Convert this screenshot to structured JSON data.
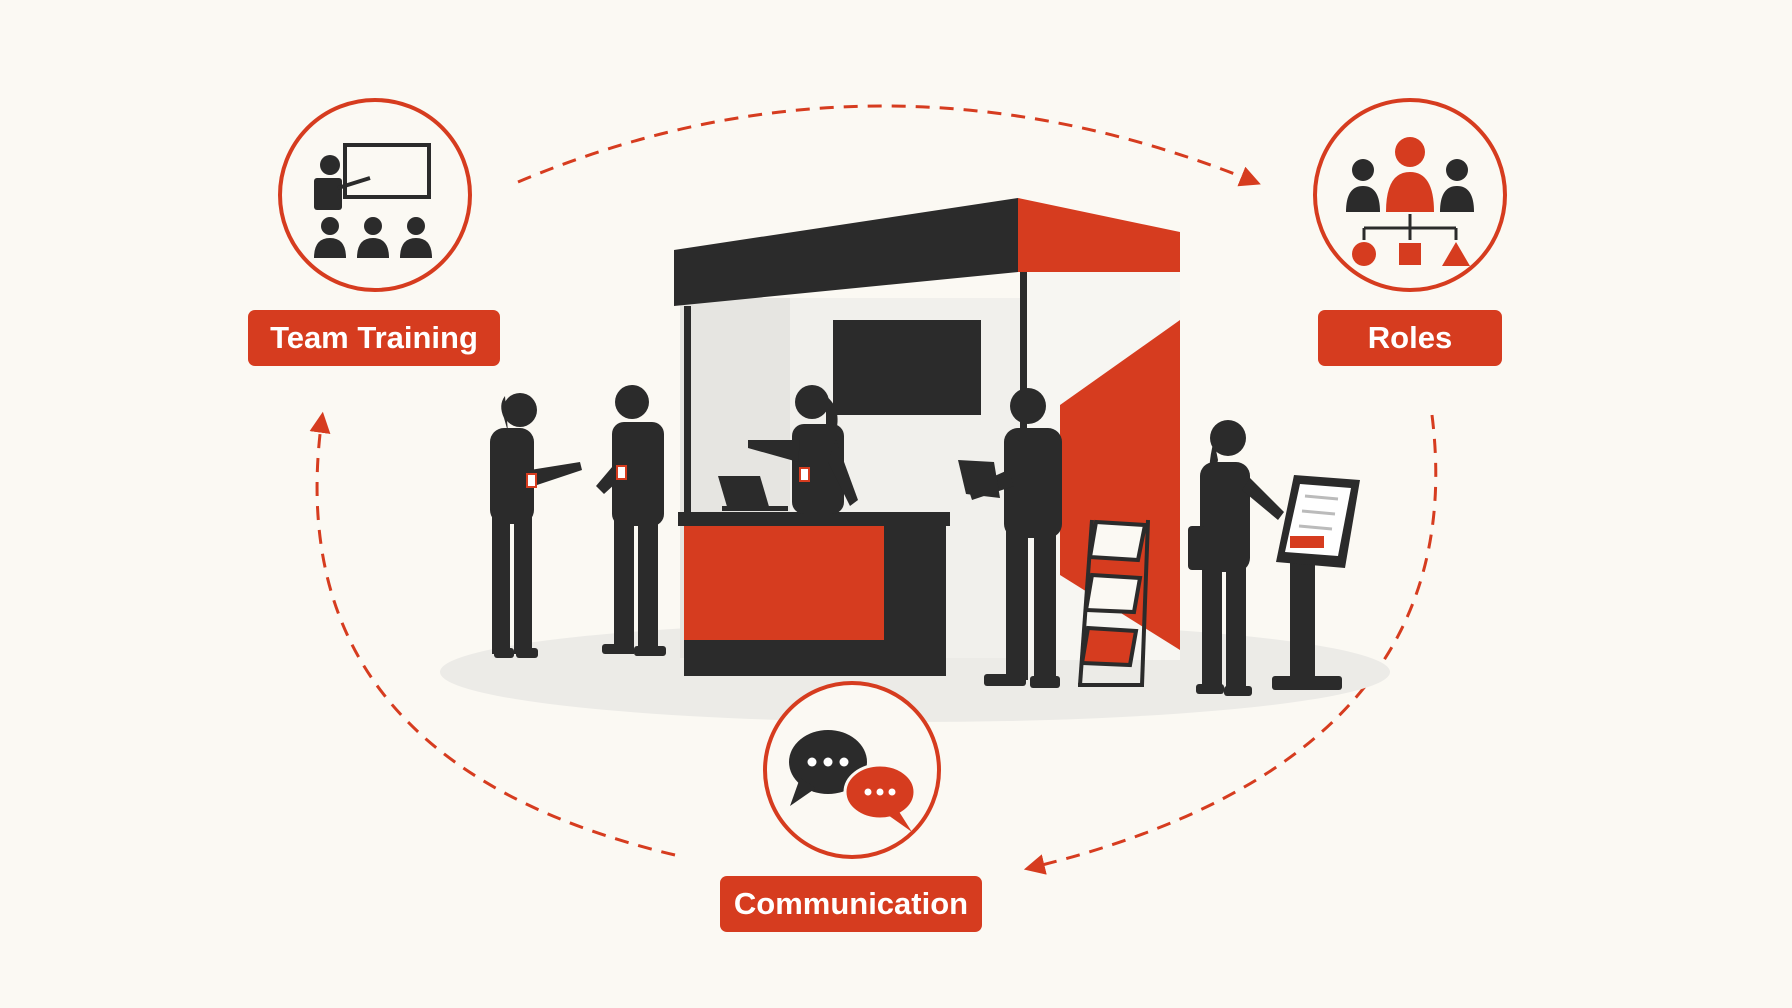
{
  "diagram": {
    "nodes": [
      {
        "id": "team-training",
        "label": "Team Training",
        "icon": "presentation-training-icon"
      },
      {
        "id": "roles",
        "label": "Roles",
        "icon": "team-hierarchy-icon"
      },
      {
        "id": "communication",
        "label": "Communication",
        "icon": "chat-bubbles-icon"
      }
    ],
    "flow": "team-training → roles → communication → team-training (clockwise dashed cycle)",
    "center_illustration": "trade-show-booth-with-staff-icon"
  },
  "colors": {
    "accent": "#d63c1f",
    "dark": "#2b2b2b",
    "background": "#fbf9f3"
  }
}
